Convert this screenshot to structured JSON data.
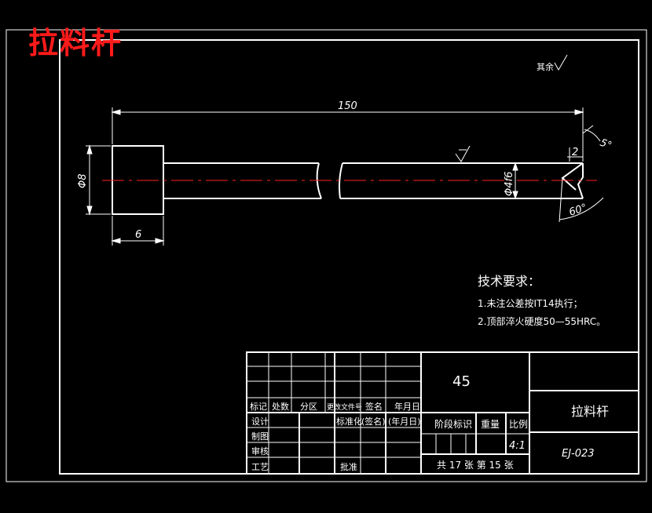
{
  "watermark_title": "拉料杆",
  "surface_finish_note": "其余",
  "dimensions": {
    "overall_length": "150",
    "head_diameter": "Φ8",
    "head_length": "6",
    "shaft_diameter": "Φ4f6",
    "chamfer_length": "2",
    "tip_angle": "5°",
    "groove_angle": "60°"
  },
  "technical_requirements": {
    "heading": "技术要求：",
    "items": [
      "1.未注公差按IT14执行；",
      "2.顶部淬火硬度50—55HRC。"
    ]
  },
  "title_block": {
    "material": "45",
    "part_name": "拉料杆",
    "drawing_number": "EJ-023",
    "scale": "4:1",
    "sheet_info": "共 17 张  第 15 张",
    "headers": {
      "mark": "标记",
      "count": "处数",
      "zone": "分区",
      "change_doc": "更改文件号",
      "signature": "签名",
      "date": "年月日",
      "design": "设计",
      "draw": "制图",
      "check": "审核",
      "process": "工艺",
      "standardize": "标准化",
      "sign_paren": "(签名)",
      "date_paren": "(年月日)",
      "stage_mark": "阶段标识",
      "weight": "重量",
      "scale_label": "比例",
      "approve": "批准"
    }
  },
  "colors": {
    "background": "#000000",
    "lines": "#ffffff",
    "centerline": "#ff2020",
    "watermark": "#ff1a1a"
  }
}
